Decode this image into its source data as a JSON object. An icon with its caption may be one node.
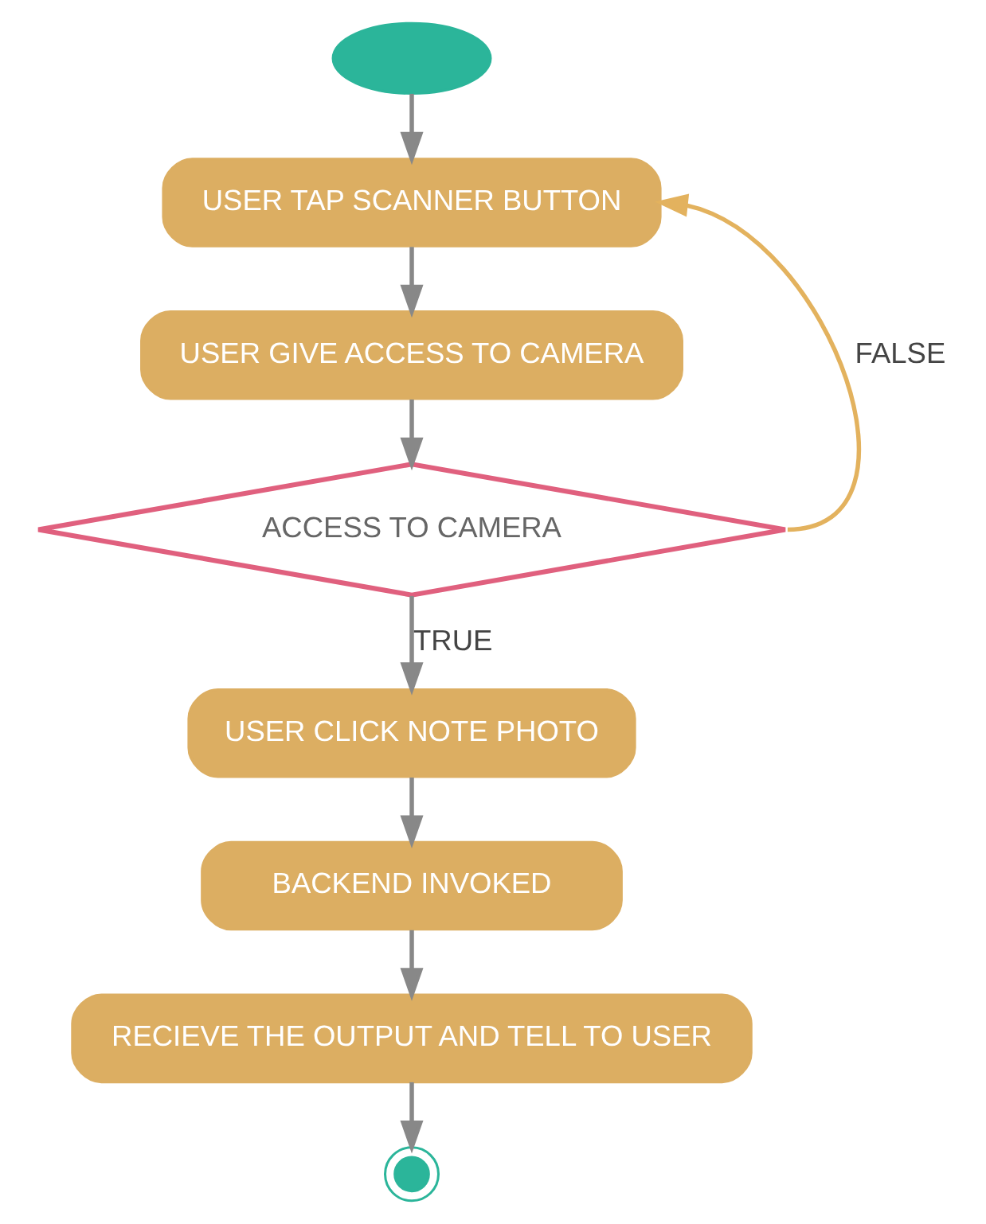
{
  "diagram": {
    "nodes": [
      {
        "text": [],
        "shape": "ellipse"
      },
      {
        "text": [
          "USER TAP SCANNER BUTTON"
        ]
      },
      {
        "text": [
          "USER GIVE ACCESS TO CAMERA"
        ]
      },
      {
        "text": [
          "ACCESS TO CAMERA"
        ]
      },
      {
        "text": [
          "USER CLICK NOTE PHOTO"
        ]
      },
      {
        "text": [
          "BACKEND INVOKED"
        ]
      },
      {
        "text": [
          "RECIEVE THE OUTPUT AND TELL TO USER"
        ]
      },
      {
        "text": [],
        "shape": "circle"
      }
    ],
    "edges": [
      {
        "from": 0,
        "to": 1,
        "arrow": "to"
      },
      {
        "from": 1,
        "to": 2,
        "arrow": "to"
      },
      {
        "from": 2,
        "to": 3,
        "arrow": "to"
      },
      {
        "from": 3,
        "to": 1,
        "arrow": "to",
        "label": "FALSE",
        "color": "#e3b25e"
      },
      {
        "from": 3,
        "to": 4,
        "arrow": "to",
        "label": "TRUE"
      },
      {
        "from": 4,
        "to": 5,
        "arrow": "to"
      },
      {
        "from": 5,
        "to": 6,
        "arrow": "to"
      },
      {
        "from": 6,
        "to": 7,
        "arrow": "to"
      }
    ]
  }
}
